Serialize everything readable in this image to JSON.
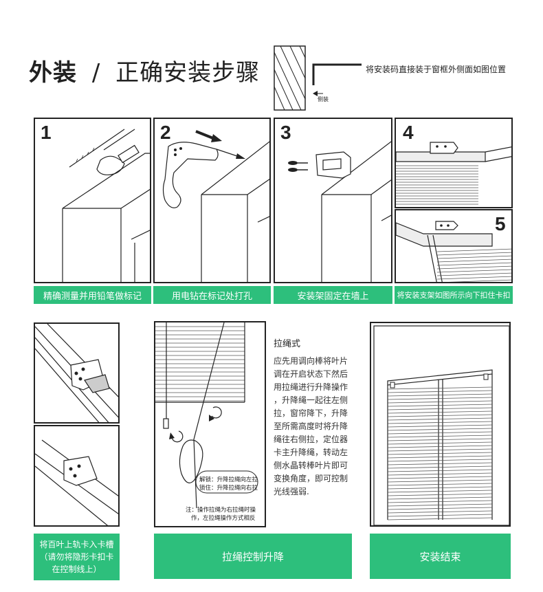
{
  "header": {
    "title_bold": "外装",
    "title_sep": "/",
    "title_rest": "正确安装步骤",
    "instruction": "将安装码直接装于窗框外侧面如图位置",
    "side_label": "侧装"
  },
  "steps": [
    {
      "number": "1",
      "label": "精确测量并用铅笔做标记"
    },
    {
      "number": "2",
      "label": "用电钻在标记处打孔"
    },
    {
      "number": "3",
      "label": "安装架固定在墙上"
    },
    {
      "number": "4",
      "label": "将安装支架如图所示向下扣住卡扣"
    },
    {
      "number": "5",
      "label": ""
    }
  ],
  "bottom": {
    "left_label": "将百叶上轨卡入卡槽\n（请勿将隐形卡扣卡\n在控制线上）",
    "middle_label": "拉绳控制升降",
    "right_label": "安装结束",
    "unlock_line1": "解锁：升降拉绳向左拉",
    "unlock_line2": "锁住：升降拉绳向右拉",
    "note_line1": "注：操作拉绳为右拉绳时操",
    "note_line2": "作，左拉绳操作方式相反"
  },
  "pull_cord": {
    "heading": "拉绳式",
    "lines": [
      "应先用调向棒将叶片",
      "调在开启状态下然后",
      "用拉绳进行升降操作",
      "，升降绳一起往左侧",
      "拉，窗帘降下，升降",
      "至所需高度时将升降",
      "绳往右侧拉，定位器",
      "卡主升降绳，转动左",
      "侧水晶转棒叶片即可",
      "变换角度，即可控制",
      "光线强弱."
    ]
  },
  "colors": {
    "accent": "#2dbf7c",
    "line": "#222222"
  }
}
